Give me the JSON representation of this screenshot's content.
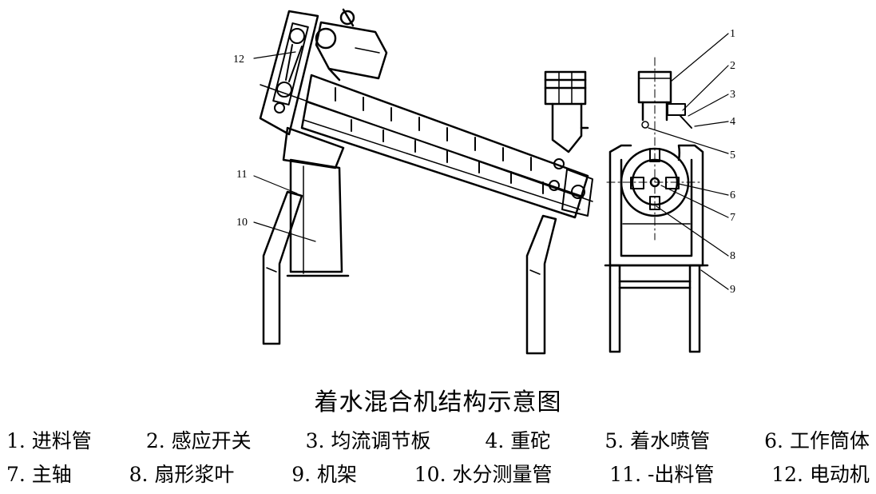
{
  "title": "着水混合机结构示意图",
  "callouts": {
    "side": [
      "12",
      "11",
      "10"
    ],
    "front": [
      "1",
      "2",
      "3",
      "4",
      "5",
      "6",
      "7",
      "8",
      "9"
    ]
  },
  "legend": {
    "row1": [
      "1. 进料管",
      "2. 感应开关",
      "3. 均流调节板",
      "4. 重砣",
      "5. 着水喷管",
      "6. 工作筒体"
    ],
    "row2": [
      "7. 主轴",
      "8. 扇形浆叶",
      "9. 机架",
      "10. 水分测量管",
      "11. -出料管",
      "12. 电动机"
    ]
  }
}
